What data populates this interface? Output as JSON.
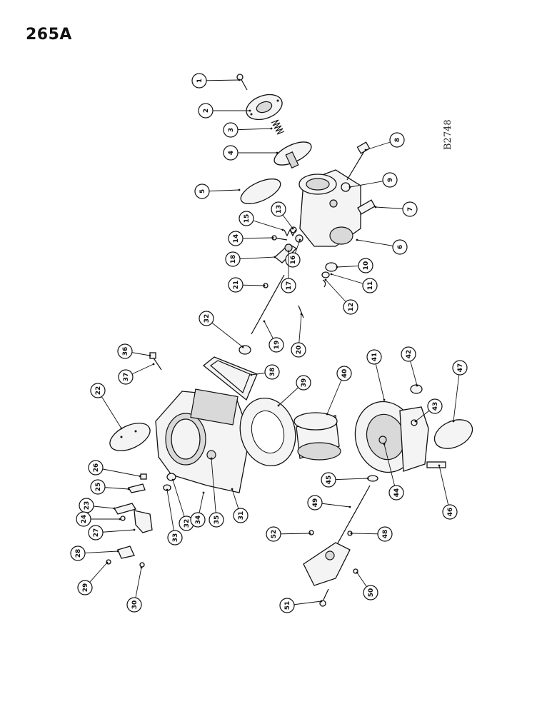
{
  "page_title": "265A",
  "drawing_code": "B2748",
  "callouts": [
    {
      "num": "1"
    },
    {
      "num": "2"
    },
    {
      "num": "3"
    },
    {
      "num": "4"
    },
    {
      "num": "5"
    },
    {
      "num": "6"
    },
    {
      "num": "7"
    },
    {
      "num": "8"
    },
    {
      "num": "9"
    },
    {
      "num": "10"
    },
    {
      "num": "11"
    },
    {
      "num": "12"
    },
    {
      "num": "13"
    },
    {
      "num": "14"
    },
    {
      "num": "15"
    },
    {
      "num": "16"
    },
    {
      "num": "17"
    },
    {
      "num": "18"
    },
    {
      "num": "19"
    },
    {
      "num": "20"
    },
    {
      "num": "21"
    },
    {
      "num": "22"
    },
    {
      "num": "23"
    },
    {
      "num": "24"
    },
    {
      "num": "25"
    },
    {
      "num": "26"
    },
    {
      "num": "27"
    },
    {
      "num": "28"
    },
    {
      "num": "29"
    },
    {
      "num": "30"
    },
    {
      "num": "31"
    },
    {
      "num": "32"
    },
    {
      "num": "32"
    },
    {
      "num": "33"
    },
    {
      "num": "34"
    },
    {
      "num": "35"
    },
    {
      "num": "36"
    },
    {
      "num": "37"
    },
    {
      "num": "38"
    },
    {
      "num": "39"
    },
    {
      "num": "40"
    },
    {
      "num": "41"
    },
    {
      "num": "42"
    },
    {
      "num": "43"
    },
    {
      "num": "44"
    },
    {
      "num": "45"
    },
    {
      "num": "46"
    },
    {
      "num": "47"
    },
    {
      "num": "48"
    },
    {
      "num": "49"
    },
    {
      "num": "50"
    },
    {
      "num": "51"
    },
    {
      "num": "52"
    }
  ]
}
